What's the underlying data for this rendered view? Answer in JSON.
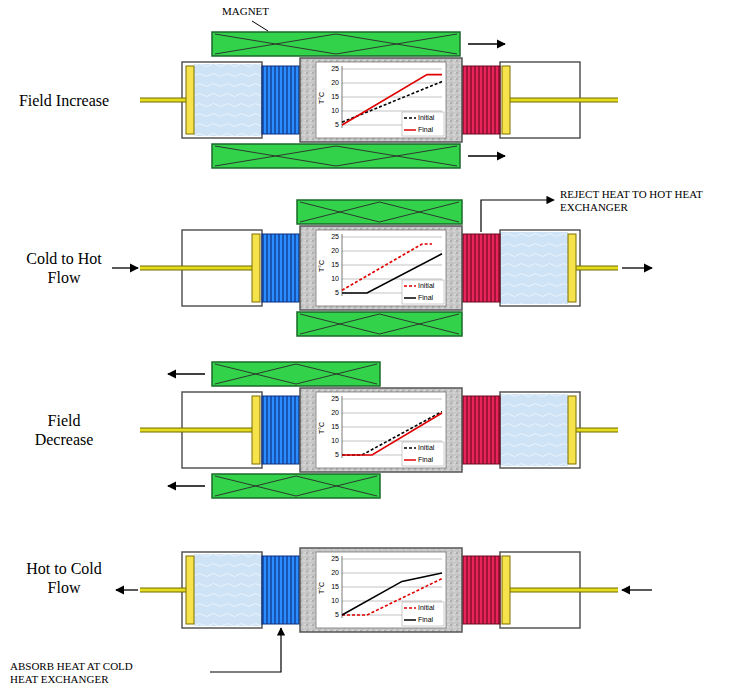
{
  "diagram": {
    "nodes": [
      {
        "text": [
          "T°C"
        ]
      },
      {
        "text": [
          "T°C"
        ]
      },
      {
        "text": [
          "T°C"
        ]
      },
      {
        "text": [
          "T°C"
        ]
      }
    ],
    "labels": [
      "MAGNET",
      "Field Increase",
      "25",
      "20",
      "15",
      "10",
      "5",
      "Cold to Hot Flow",
      "REJECT HEAT TO HOT HEAT EXCHANGER",
      "25",
      "20",
      "15",
      "10",
      "5",
      "Field Decrease",
      "25",
      "20",
      "15",
      "10",
      "5",
      "Hot to Cold Flow",
      "25",
      "20",
      "15",
      "10",
      "5",
      "ABSORB HEAT AT COLD HEAT EXCHANGER"
    ],
    "legend": [
      {
        "text": "Initial"
      },
      {
        "text": "Final"
      },
      {
        "text": "Initial"
      },
      {
        "text": "Final"
      },
      {
        "text": "Initial"
      },
      {
        "text": "Final"
      },
      {
        "text": "Initial"
      },
      {
        "text": "Final"
      }
    ]
  }
}
